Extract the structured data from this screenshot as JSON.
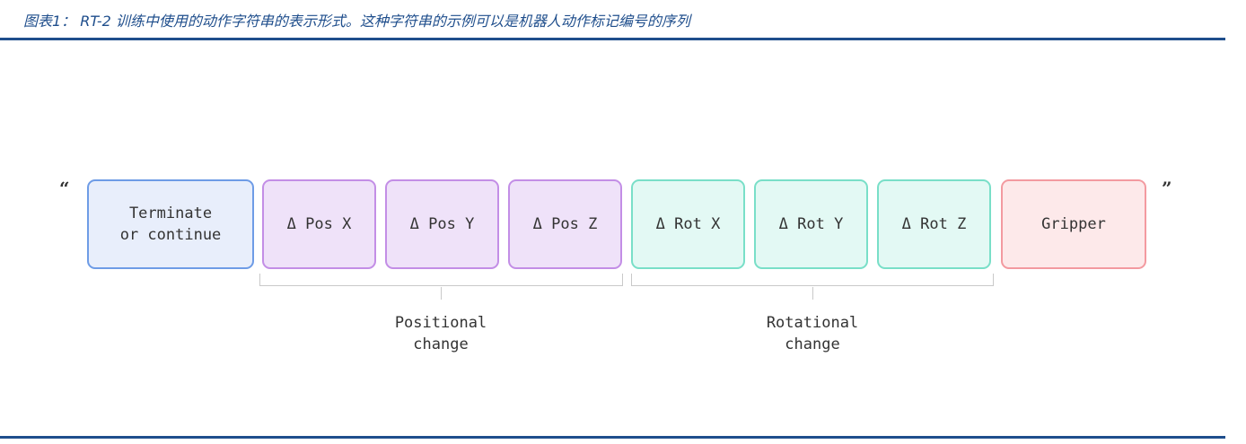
{
  "caption": "图表1： RT-2 训练中使用的动作字符串的表示形式。这种字符串的示例可以是机器人动作标记编号的序列",
  "quotes": {
    "open": "“",
    "close": "”"
  },
  "tokens": [
    {
      "label": "Terminate\nor continue",
      "color": "#e8eefb"
    },
    {
      "label": "Δ Pos X",
      "color": "#efe2f9"
    },
    {
      "label": "Δ Pos Y",
      "color": "#efe2f9"
    },
    {
      "label": "Δ Pos Z",
      "color": "#efe2f9"
    },
    {
      "label": "Δ Rot X",
      "color": "#e3f9f4"
    },
    {
      "label": "Δ Rot Y",
      "color": "#e3f9f4"
    },
    {
      "label": "Δ Rot Z",
      "color": "#e3f9f4"
    },
    {
      "label": "Gripper",
      "color": "#fde9ea"
    }
  ],
  "groups": [
    {
      "label": "Positional\nchange"
    },
    {
      "label": "Rotational\nchange"
    }
  ],
  "colors": {
    "accent": "#1f4e8c",
    "terminate_border": "#6e9ce6",
    "position_border": "#c38ee6",
    "rotation_border": "#79dfc8",
    "gripper_border": "#f39aa0"
  }
}
